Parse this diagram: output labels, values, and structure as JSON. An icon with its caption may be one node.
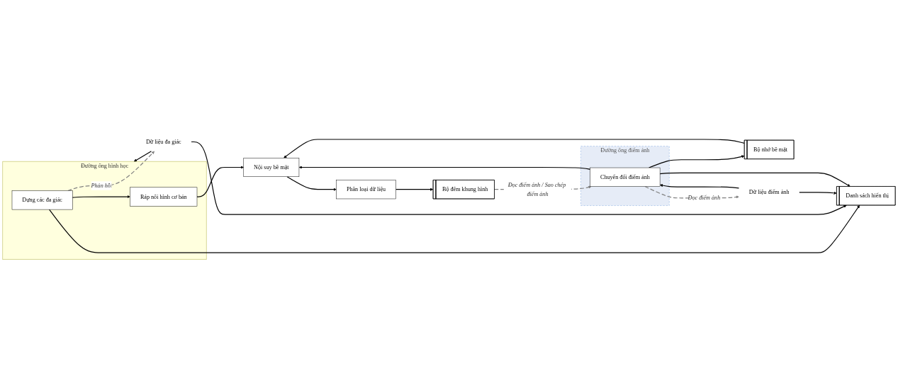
{
  "diagram": {
    "nodes": [
      {
        "text": [
          "Đường ống hình học"
        ]
      },
      {
        "text": [
          "Dựng các đa giác"
        ],
        "in": 0
      },
      {
        "text": [
          "Ráp nối hình cơ bản"
        ],
        "in": 0
      },
      {
        "text": [
          "Dữ liệu đa giác"
        ]
      },
      {
        "text": [
          "Danh sách hiển thị"
        ]
      },
      {
        "text": [
          "Bộ nhớ bề mặt"
        ]
      },
      {
        "text": [
          "Nội suy bề mặt"
        ]
      },
      {
        "text": [
          "Phân loại dữ liệu"
        ]
      },
      {
        "text": [
          "Bộ đếm khung hình"
        ]
      },
      {
        "text": [
          "Đường ống điểm ảnh"
        ]
      },
      {
        "text": [
          "Chuyển đổi điểm ảnh"
        ],
        "in": 9
      },
      {
        "text": [
          "Dữ liệu điểm ảnh"
        ]
      }
    ],
    "edges": [
      {
        "from": 3,
        "to": 0,
        "arrow": "to"
      },
      {
        "from": 1,
        "to": 2,
        "arrow": "to"
      },
      {
        "from": 1,
        "to": 4,
        "arrow": "to"
      },
      {
        "from": 2,
        "to": 6,
        "arrow": "to"
      },
      {
        "from": 3,
        "to": 4,
        "arrow": "to"
      },
      {
        "from": 11,
        "to": 4,
        "arrow": "to"
      },
      {
        "from": 11,
        "to": 10,
        "arrow": "to"
      },
      {
        "from": 10,
        "to": 4,
        "arrow": "to"
      },
      {
        "from": 10,
        "to": 5,
        "arrow": "to"
      },
      {
        "from": 10,
        "to": 6,
        "arrow": "to"
      },
      {
        "from": 5,
        "to": 6,
        "arrow": "to"
      },
      {
        "from": 6,
        "to": 7,
        "arrow": "to"
      },
      {
        "from": 7,
        "to": 8,
        "arrow": "to"
      },
      {
        "from": 1,
        "to": 3,
        "arrow": "to",
        "label": "Phản hồi",
        "style": "dashed",
        "color": "#808080"
      },
      {
        "from": 10,
        "to": 11,
        "arrow": "to",
        "label": "Đọc điểm ảnh",
        "style": "dashed",
        "color": "#808080"
      },
      {
        "from": 8,
        "to": 10,
        "arrow": "to",
        "label": "Đọc điểm ảnh / Sao chép điểm ảnh",
        "style": "dashed",
        "color": "#808080"
      }
    ]
  }
}
